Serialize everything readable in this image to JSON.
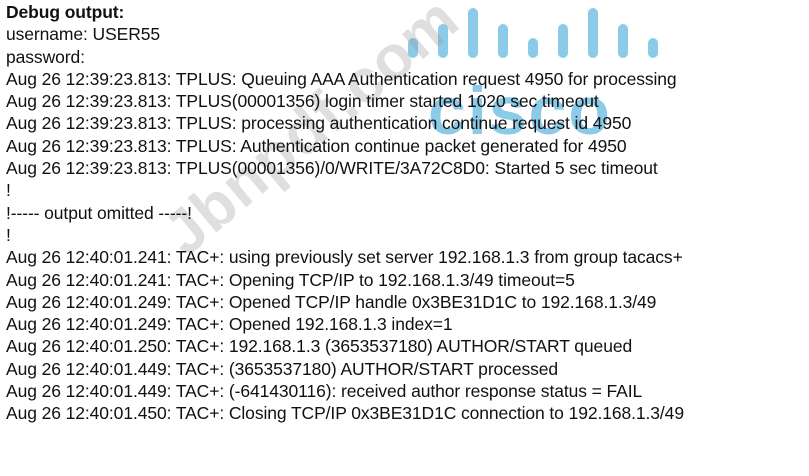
{
  "title": "Debug output:",
  "lines": [
    "username: USER55",
    "password:",
    "Aug 26 12:39:23.813: TPLUS: Queuing AAA Authentication request 4950 for processing",
    "Aug 26 12:39:23.813: TPLUS(00001356) login timer started 1020 sec timeout",
    "Aug 26 12:39:23.813: TPLUS: processing authentication continue request id 4950",
    "Aug 26 12:39:23.813: TPLUS: Authentication continue packet generated for 4950",
    "Aug 26 12:39:23.813: TPLUS(00001356)/0/WRITE/3A72C8D0: Started 5 sec timeout",
    "!",
    "!----- output omitted -----!",
    "!",
    "Aug 26 12:40:01.241: TAC+: using previously set server 192.168.1.3 from group tacacs+",
    "Aug 26 12:40:01.241: TAC+: Opening TCP/IP to 192.168.1.3/49 timeout=5",
    "Aug 26 12:40:01.249: TAC+: Opened TCP/IP handle 0x3BE31D1C to 192.168.1.3/49",
    "Aug 26 12:40:01.249: TAC+: Opened 192.168.1.3 index=1",
    "Aug 26 12:40:01.250: TAC+: 192.168.1.3 (3653537180) AUTHOR/START queued",
    "Aug 26 12:40:01.449: TAC+: (3653537180) AUTHOR/START processed",
    "Aug 26 12:40:01.449: TAC+: (-641430116): received author response status = FAIL",
    "Aug 26 12:40:01.450: TAC+: Closing TCP/IP 0x3BE31D1C connection to 192.168.1.3/49"
  ],
  "watermark": {
    "logo_word": "cisco",
    "logo_color": "#008ccd",
    "site_text": "Jbnpdf.com"
  }
}
